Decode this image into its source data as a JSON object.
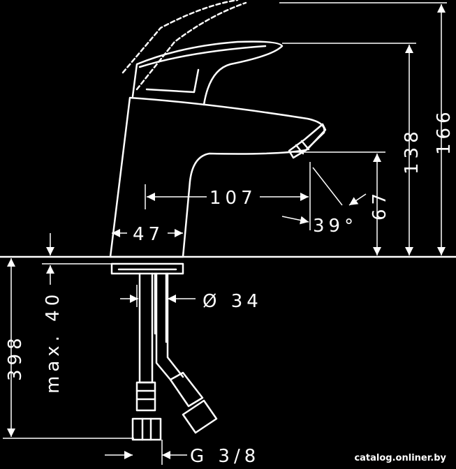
{
  "drawing": {
    "line_color": "#ffffff",
    "background": "#000000"
  },
  "dimensions": {
    "height_total": "166",
    "height_spout": "138",
    "spout_reach": "107",
    "spout_angle": "39°",
    "aerator_height": "67",
    "base_width": "47",
    "hose_diameter": "Ø 34",
    "depth_below_deck": "398",
    "max_deck_thickness": "max. 40",
    "connection_thread": "G 3/8"
  },
  "watermark": "catalog.onliner.by"
}
